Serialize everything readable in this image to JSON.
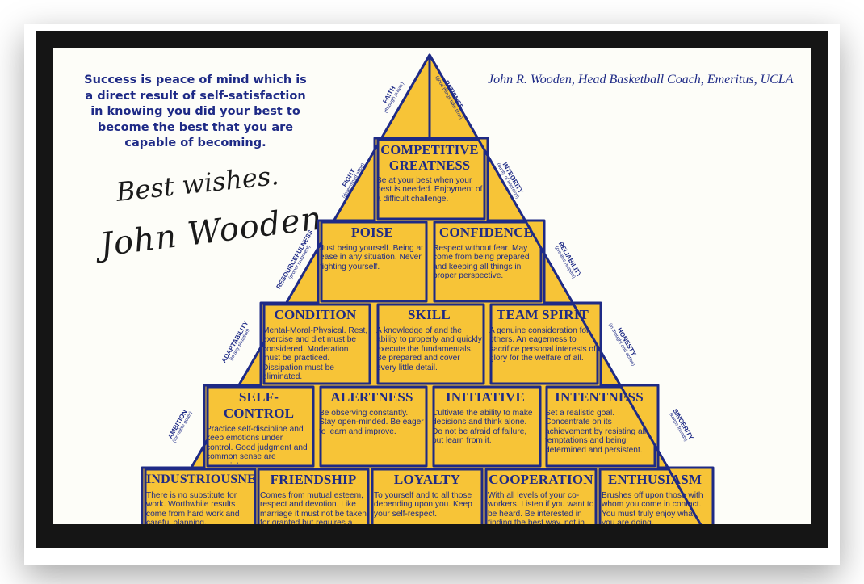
{
  "quote": "Success is peace of mind which is a direct result of self-satisfaction in knowing you did your best to become the best that you are capable of becoming.",
  "attribution": "John R. Wooden, Head Basketball Coach, Emeritus, UCLA",
  "signature": {
    "line1": "Best wishes.",
    "line2": "John Wooden"
  },
  "colors": {
    "block_fill": "#f7c437",
    "border": "#1e2a86",
    "frame": "#151515"
  },
  "blocks": [
    {
      "title": "COMPETITIVE GREATNESS",
      "text": "Be at your best when your best is needed. Enjoyment of a difficult challenge."
    },
    {
      "title": "POISE",
      "text": "Just being yourself. Being at ease in any situation. Never fighting yourself."
    },
    {
      "title": "CONFIDENCE",
      "text": "Respect without fear. May come from being prepared and keeping all things in proper perspective."
    },
    {
      "title": "CONDITION",
      "text": "Mental-Moral-Physical. Rest, exercise and diet must be considered. Moderation must be practiced. Dissipation must be eliminated."
    },
    {
      "title": "SKILL",
      "text": "A knowledge of and the ability to properly and quickly execute the fundamentals. Be prepared and cover every little detail."
    },
    {
      "title": "TEAM SPIRIT",
      "text": "A genuine consideration for others. An eagerness to sacrifice personal interests of glory for the welfare of all."
    },
    {
      "title": "SELF-CONTROL",
      "text": "Practice self-discipline and keep emotions under control. Good judgment and common sense are essential."
    },
    {
      "title": "ALERTNESS",
      "text": "Be observing constantly. Stay open-minded. Be eager to learn and improve."
    },
    {
      "title": "INITIATIVE",
      "text": "Cultivate the ability to make decisions and think alone. Do not be afraid of failure, but learn from it."
    },
    {
      "title": "INTENTNESS",
      "text": "Set a realistic goal. Concentrate on its achievement by resisting all temptations and being determined and persistent."
    },
    {
      "title": "INDUSTRIOUSNESS",
      "text": "There is no substitute for work. Worthwhile results come from hard work and careful planning."
    },
    {
      "title": "FRIENDSHIP",
      "text": "Comes from mutual esteem, respect and devotion. Like marriage it must not be taken for granted but requires a joint"
    },
    {
      "title": "LOYALTY",
      "text": "To yourself and to all those depending upon you. Keep your self-respect."
    },
    {
      "title": "COOPERATION",
      "text": "With all levels of your co-workers. Listen if you want to be heard. Be interested in finding the best way, not in"
    },
    {
      "title": "ENTHUSIASM",
      "text": "Brushes off upon those with whom you come in contact. You must truly enjoy what you are doing."
    }
  ],
  "sides": [
    {
      "label": "FAITH",
      "sub": "(through prayer)"
    },
    {
      "label": "PATIENCE",
      "sub": "(good things take time)"
    },
    {
      "label": "FIGHT",
      "sub": "(determined effort)"
    },
    {
      "label": "INTEGRITY",
      "sub": "(purity of intention)"
    },
    {
      "label": "RESOURCEFULNESS",
      "sub": "(proper judgment)"
    },
    {
      "label": "RELIABILITY",
      "sub": "(creates respect)"
    },
    {
      "label": "ADAPTABILITY",
      "sub": "(to any situation)"
    },
    {
      "label": "HONESTY",
      "sub": "(in thought and action)"
    },
    {
      "label": "AMBITION",
      "sub": "(for noble goals)"
    },
    {
      "label": "SINCERITY",
      "sub": "(keeps friends)"
    }
  ]
}
